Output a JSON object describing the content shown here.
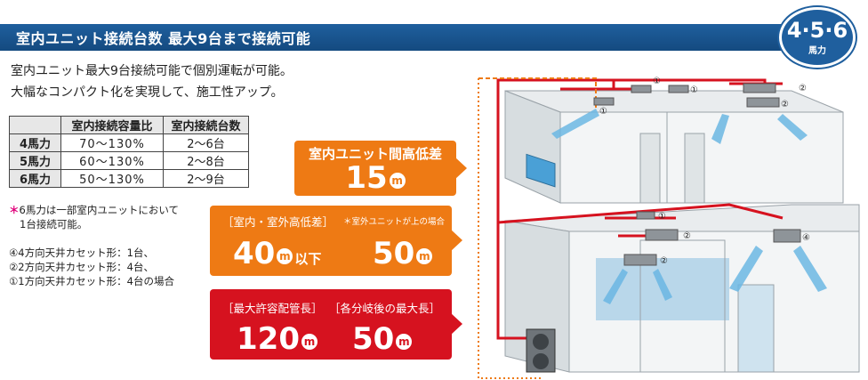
{
  "header": {
    "title": "室内ユニット接続台数 最大9台まで接続可能"
  },
  "badge": {
    "number": "4·5·6",
    "unit": "馬力"
  },
  "intro": {
    "line1": "室内ユニット最大9台接続可能で個別運転が可能。",
    "line2": "大幅なコンパクト化を実現して、施工性アップ。"
  },
  "table": {
    "headers": [
      "",
      "室内接続容量比",
      "室内接続台数"
    ],
    "rows": [
      {
        "hp": "4馬力",
        "ratio": "70～130%",
        "count": "2～6台"
      },
      {
        "hp": "5馬力",
        "ratio": "60～130%",
        "count": "2～8台"
      },
      {
        "hp": "6馬力",
        "ratio": "50～130%",
        "count": "2～9台"
      }
    ]
  },
  "note6": {
    "star": "＊",
    "line1": "6馬力は一部室内ユニットにおいて",
    "line2": "1台接続可能。"
  },
  "legend": {
    "line1": "④4方向天井カセット形：1台、",
    "line2": "②2方向天井カセット形：4台、",
    "line3": "①1方向天井カセット形：4台の場合"
  },
  "box_height_indoor": {
    "label": "室内ユニット間高低差",
    "value": "15",
    "unit": "m"
  },
  "box_height_inout": {
    "label": "［室内・室外高低差］",
    "sub": "＊室外ユニットが上の場合",
    "value1": "40",
    "unit1": "m",
    "suffix1": "以下",
    "value2": "50",
    "unit2": "m"
  },
  "box_pipe": {
    "label1": "［最大許容配管長］",
    "label2": "［各分岐後の最大長］",
    "value1": "120",
    "unit1": "m",
    "value2": "50",
    "unit2": "m"
  },
  "illustration": {
    "unit_labels": [
      "①",
      "①",
      "①",
      "②",
      "②",
      "①",
      "②",
      "②",
      "④"
    ]
  },
  "colors": {
    "header_blue": "#1f5f9e",
    "orange": "#ee7a14",
    "red": "#d6121f",
    "pipe_red": "#d6121f"
  }
}
